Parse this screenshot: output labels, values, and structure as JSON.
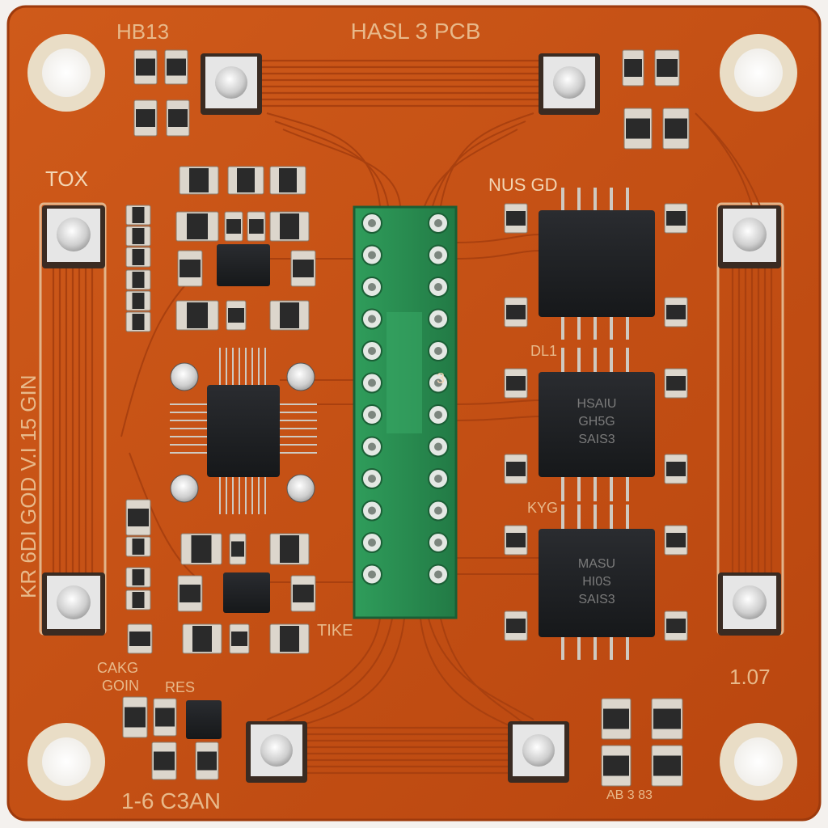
{
  "board": {
    "title": "HASL 3 PCB",
    "corner_label_top_left": "HB13",
    "corner_label_bottom_left": "1-6  C3AN",
    "left_vertical_label": "KR 6DI GOD V.I 15 GIN",
    "label_top_left_group": "TOX",
    "label_right_top_group": "NUS GD",
    "label_right_bottom": "1.07",
    "label_mid_right_1": "DL1",
    "label_mid_right_2": "KYG",
    "label_bottom_left_1": "CAKG",
    "label_bottom_left_2": "GOIN",
    "label_bottom_left_3": "RES",
    "label_bottom_right": "AB 3 83",
    "label_near_ic_lower": "TIKE",
    "chip_marking_mid": [
      "HSAIU",
      "GH5G",
      "SAIS3"
    ],
    "chip_marking_bottom": [
      "MASU",
      "HI0S",
      "SAIS3"
    ],
    "header_label": "3"
  },
  "colors": {
    "solder_mask": "#c65216",
    "trace": "#b3420f",
    "copper_pad": "#d8d2c8",
    "header_board": "#2e9a5a",
    "ic_body": "#1f2124"
  },
  "icons": [
    "mounting-hole-icon",
    "pin-header-icon",
    "ic-chip-icon"
  ]
}
